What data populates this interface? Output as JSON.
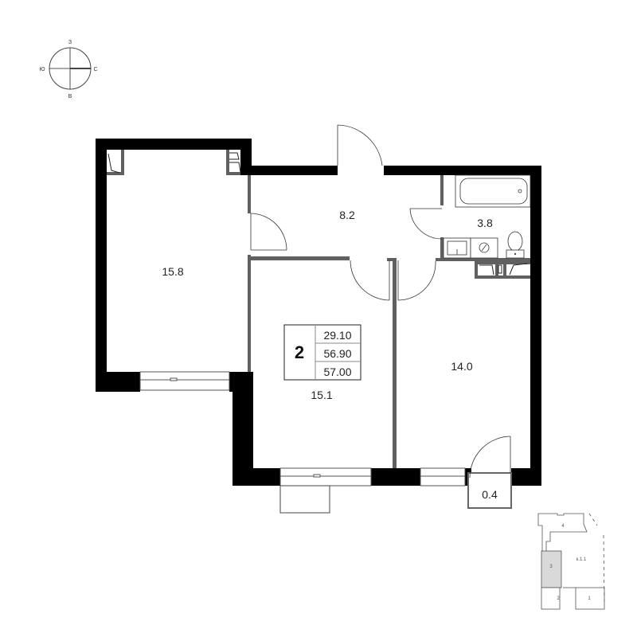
{
  "compass": {
    "north": "З",
    "south": "В",
    "west": "Ю",
    "east": "С"
  },
  "apartment": {
    "rooms_count": "2",
    "living_area": "29.10",
    "total_area": "56.90",
    "total_area_with_balcony": "57.00"
  },
  "rooms": [
    {
      "id": "bedroom-left",
      "area": "15.8"
    },
    {
      "id": "hallway",
      "area": "8.2"
    },
    {
      "id": "bathroom",
      "area": "3.8"
    },
    {
      "id": "living-room",
      "area": "15.1"
    },
    {
      "id": "kitchen",
      "area": "14.0"
    },
    {
      "id": "balcony",
      "area": "0.4"
    }
  ],
  "site_plan": {
    "building_label": "к.1.1",
    "sections": [
      "4",
      "3",
      "2",
      "1"
    ],
    "highlighted_section": "3"
  },
  "colors": {
    "outer_wall": "#000000",
    "inner_wall": "#606060",
    "line": "#333333",
    "highlight": "#d9d9d9"
  }
}
